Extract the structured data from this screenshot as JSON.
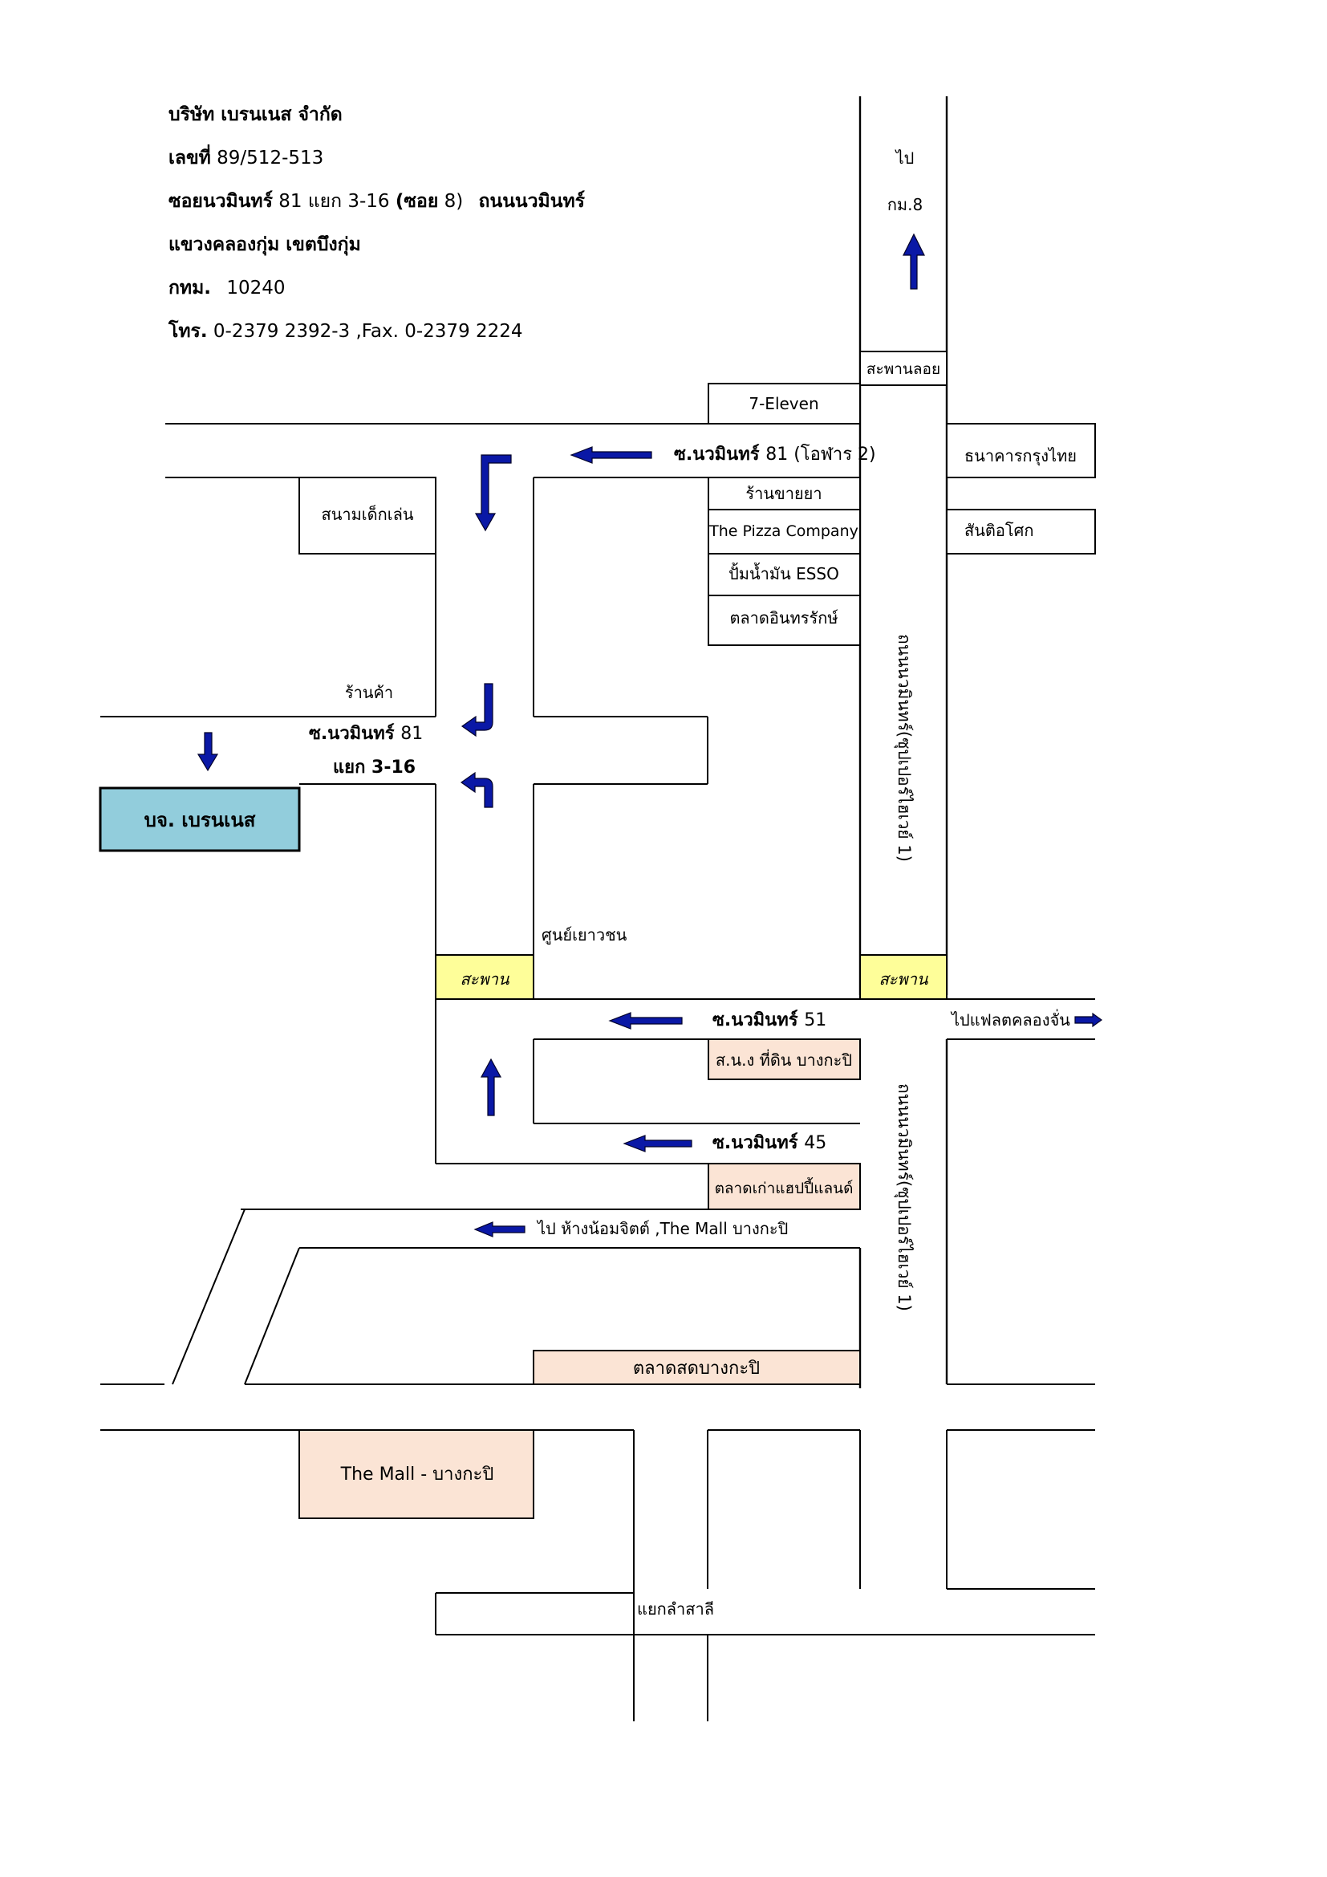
{
  "header": {
    "company": "บริษัท เบรนเนส จำกัด",
    "number_label": "เลขที่",
    "number_value": "89/512-513",
    "soi_label": "ซอยนวมินทร์",
    "soi_value": "81 แยก 3-16",
    "soi_paren_label": "(ซอย",
    "soi_paren_value": "8)",
    "road_label": "ถนนนวมินทร์",
    "district": "แขวงคลองกุ่ม  เขตบึงกุ่ม",
    "city_label": "กทม.",
    "postcode": "10240",
    "tel_label": "โทร.",
    "tel_value": "0-2379 2392-3 ,Fax. 0-2379 2224"
  },
  "map": {
    "to_label": "ไป",
    "km8_label": "กม.8",
    "bridge_loy": "สะพานลอย",
    "seven_eleven": "7-Eleven",
    "soi81_main_label": "ซ.นวมินทร์",
    "soi81_main_value": "81 (โอฬาร 2)",
    "krungthai": "ธนาคารกรุงไทย",
    "pharmacy": "ร้านขายยา",
    "pizza": "The Pizza Company",
    "santiasoke": "สันติอโศก",
    "playground": "สนามเด็กเล่น",
    "esso": "ปั้มน้ำมัน ESSO",
    "intharak": "ตลาดอินทรรักษ์",
    "main_road": "ถนนนวมินทร์(ซุปเปอร์ไฮเวย์ 1)",
    "shop": "ร้านค้า",
    "soi81_junction_label": "ซ.นวมินทร์",
    "soi81_junction_value": "81",
    "junction_branch": "แยก 3-16",
    "company_short": "บจ. เบรนเนส",
    "youth_center": "ศูนย์เยาวชน",
    "bridge": "สะพาน",
    "soi51_label": "ซ.นวมินทร์",
    "soi51_value": "51",
    "to_flat": "ไปแฟลตคลองจั่น",
    "snng_land": "ส.น.ง ที่ดิน บางกะปิ",
    "soi45_label": "ซ.นวมินทร์",
    "soi45_value": "45",
    "happyland_market": "ตลาดเก่าแฮปปี้แลนด์",
    "to_mall": "ไป ห้างน้อมจิตต์ ,The Mall บางกะปิ",
    "fresh_market": "ตลาดสดบางกะปิ",
    "the_mall": "The Mall - บางกะปิ",
    "lamsali": "แยกลำสาลี"
  },
  "colors": {
    "arrow": "#0a18a6",
    "company_box": "#92cddc",
    "peach_box": "#fbe4d5",
    "bridge_box": "#fefe99"
  }
}
